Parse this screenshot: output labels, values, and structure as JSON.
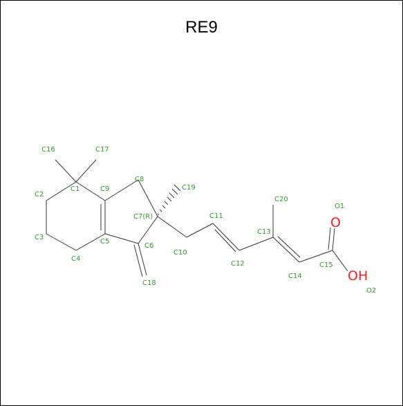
{
  "title": "RE9",
  "colors": {
    "border": "#000000",
    "bond": "#333333",
    "atom_label": "#2e9c2e",
    "oxygen": "#ff2020"
  },
  "atoms": {
    "C1": "C1",
    "C2": "C2",
    "C3": "C3",
    "C4": "C4",
    "C5": "C5",
    "C6": "C6",
    "C7": "C7(R)",
    "C8": "C8",
    "C9": "C9",
    "C10": "C10",
    "C11": "C11",
    "C12": "C12",
    "C13": "C13",
    "C14": "C14",
    "C15": "C15",
    "C16": "C16",
    "C17": "C17",
    "C18": "C18",
    "C19": "C19",
    "C20": "C20",
    "O1": "O1",
    "O2": "O2"
  },
  "heteroatoms": {
    "O_double": "O",
    "OH": "OH"
  }
}
